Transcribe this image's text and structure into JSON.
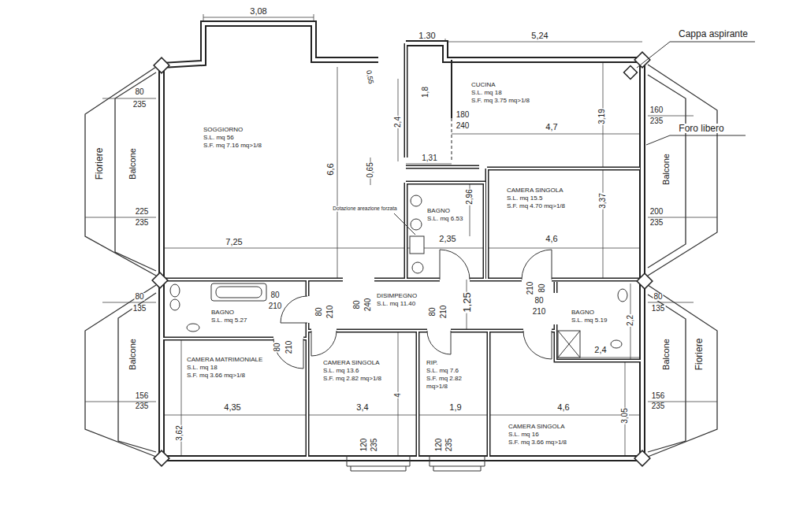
{
  "diagram": {
    "nodes": [
      {
        "text": [
          "SOGGIORNO",
          "S.L. mq 56",
          "S.F. mq 7.16 mq>1/8"
        ]
      },
      {
        "text": [
          "CUCINA",
          "S.L. mq 18",
          "S.F. mq 3.75 mq>1/8"
        ]
      },
      {
        "text": [
          "CAMERA SINGOLA",
          "S.L. mq 15.5",
          "S.F. mq 4.70 mq>1/8"
        ]
      },
      {
        "text": [
          "BAGNO",
          "S.L. mq 6.53"
        ]
      },
      {
        "text": [
          "DISIMPEGNO",
          "S.L. mq 11.40"
        ]
      },
      {
        "text": [
          "BAGNO",
          "S.L. mq 5.27"
        ]
      },
      {
        "text": [
          "BAGNO",
          "S.L. mq 5.19"
        ]
      },
      {
        "text": [
          "CAMERA MATRIMONIALE",
          "S.L. mq 18",
          "S.F. mq 3.66 mq>1/8"
        ]
      },
      {
        "text": [
          "CAMERA SINGOLA",
          "S.L. mq 13.6",
          "S.F. mq 2.82 mq>1/8"
        ]
      },
      {
        "text": [
          "RIP.",
          "S.L. mq 7.6",
          "S.F. mq 2.82 mq>1/8"
        ]
      },
      {
        "text": [
          "CAMERA SINGOLA",
          "S.L. mq 16",
          "S.F. mq 3.66 mq>1/8"
        ]
      }
    ],
    "labels": [
      "3,08",
      "1.30",
      "5,24",
      "Cappa aspirante",
      "0,55",
      "80",
      "235",
      "1,8",
      "180",
      "240",
      "160",
      "235",
      "3,19",
      "2,4",
      "4,7",
      "Foro libero",
      "1,31",
      "Fioriere",
      "Balcone",
      "Balcone",
      "6,6",
      "0,65",
      "2,96",
      "3,37",
      "Dotazione areazione forzata",
      "225",
      "235",
      "200",
      "235",
      "7,25",
      "2,35",
      "4,6",
      "210",
      "80",
      "80",
      "135",
      "80",
      "210",
      "80",
      "210",
      "80",
      "135",
      "80",
      "240",
      "1,25",
      "80",
      "210",
      "80",
      "210",
      "2,2",
      "80",
      "210",
      "2,4",
      "Balcone",
      "Balcone",
      "Fioriere",
      "4",
      "156",
      "235",
      "156",
      "235",
      "4,35",
      "3,4",
      "1,9",
      "4,6",
      "3,05",
      "3,62",
      "120",
      "235",
      "120",
      "235"
    ]
  }
}
